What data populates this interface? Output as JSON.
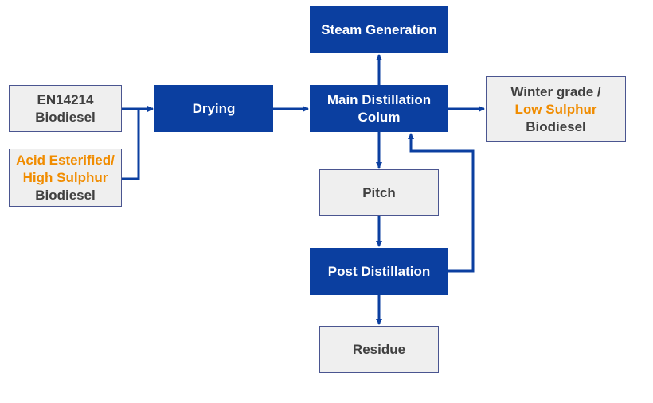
{
  "nodes": {
    "steam": {
      "label": "Steam Generation"
    },
    "en14214": {
      "line1": "EN14214",
      "line2": "Biodiesel"
    },
    "drying": {
      "label": "Drying"
    },
    "main_distillation": {
      "line1": "Main Distillation",
      "line2": "Colum"
    },
    "winter": {
      "line1": "Winter grade /",
      "line2": "Low Sulphur",
      "line3": "Biodiesel"
    },
    "acid": {
      "line1": "Acid Esterified/",
      "line2": "High Sulphur",
      "line3": "Biodiesel"
    },
    "pitch": {
      "label": "Pitch"
    },
    "post_distillation": {
      "label": "Post Distillation"
    },
    "residue": {
      "label": "Residue"
    }
  },
  "edges": [
    {
      "from": "en14214",
      "to": "drying"
    },
    {
      "from": "acid",
      "to": "drying"
    },
    {
      "from": "drying",
      "to": "main_distillation"
    },
    {
      "from": "main_distillation",
      "to": "steam"
    },
    {
      "from": "main_distillation",
      "to": "winter"
    },
    {
      "from": "main_distillation",
      "to": "pitch"
    },
    {
      "from": "pitch",
      "to": "post_distillation"
    },
    {
      "from": "post_distillation",
      "to": "main_distillation"
    },
    {
      "from": "post_distillation",
      "to": "residue"
    }
  ],
  "colors": {
    "process_box": "#0b3fa0",
    "product_box": "#efefef",
    "product_border": "#4a5590",
    "product_text": "#404040",
    "highlight_text": "#f08c00",
    "arrow": "#0b3fa0"
  }
}
